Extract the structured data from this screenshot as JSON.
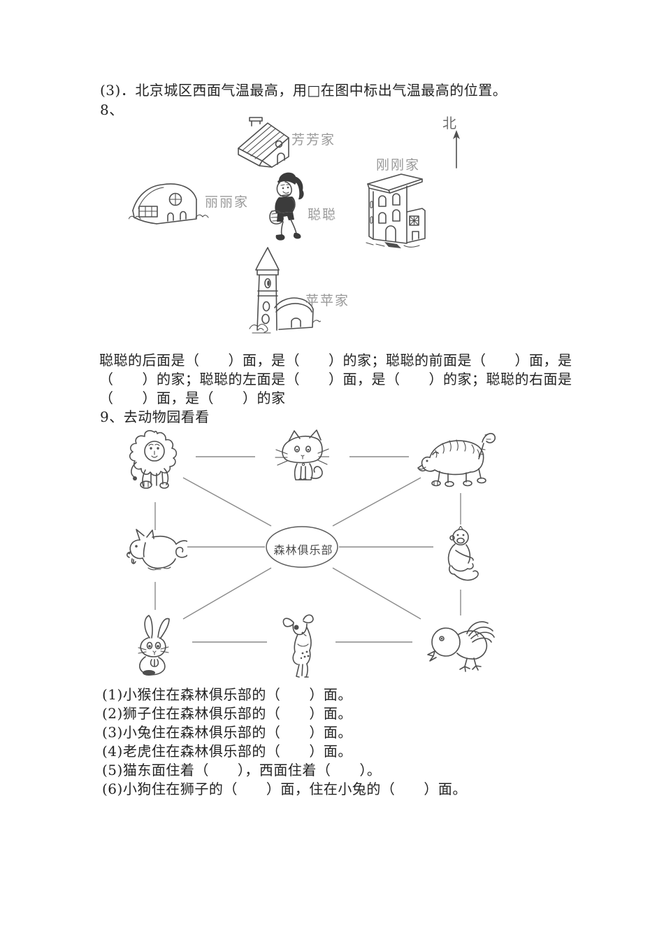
{
  "colors": {
    "ink": "#232323",
    "sketch": "#4f4f4f",
    "connector": "#8a8a8a",
    "label_gray": "#9a9a9a"
  },
  "q7_item3": "(3)．北京城区西面气温最高，用□在图中标出气温最高的位置。",
  "q8": {
    "number": "8、",
    "map": {
      "north_label": "北",
      "fangfang_label": "芳芳家",
      "lili_label": "丽丽家",
      "congcong_label": "聪聪",
      "ganggang_label": "刚刚家",
      "pingping_label": "苹苹家"
    },
    "fill_lines": [
      "聪聪的后面是（　　）面，是（　　）的家；聪聪的前面是（　　）面，是",
      "（　　）的家；聪聪的左面是（　　）面，是（　　）的家；聪聪的右面是",
      "（　　）面，是（　　）的家"
    ]
  },
  "q9": {
    "title": "9、去动物园看看",
    "club_label": "森林俱乐部",
    "animals": [
      "lion",
      "cat",
      "tiger",
      "dog",
      "monkey",
      "rabbit",
      "deer",
      "chick"
    ],
    "subquestions": [
      "(1)小猴住在森林俱乐部的（　　）面。",
      "(2)狮子住在森林俱乐部的（　　）面。",
      "(3)小兔住在森林俱乐部的（　　）面。",
      "(4)老虎住在森林俱乐部的（　　）面。",
      "(5)猫东面住着（　　），西面住着（　　）。",
      "(6)小狗住在狮子的（　　）面，住在小兔的（　　）面。"
    ]
  }
}
